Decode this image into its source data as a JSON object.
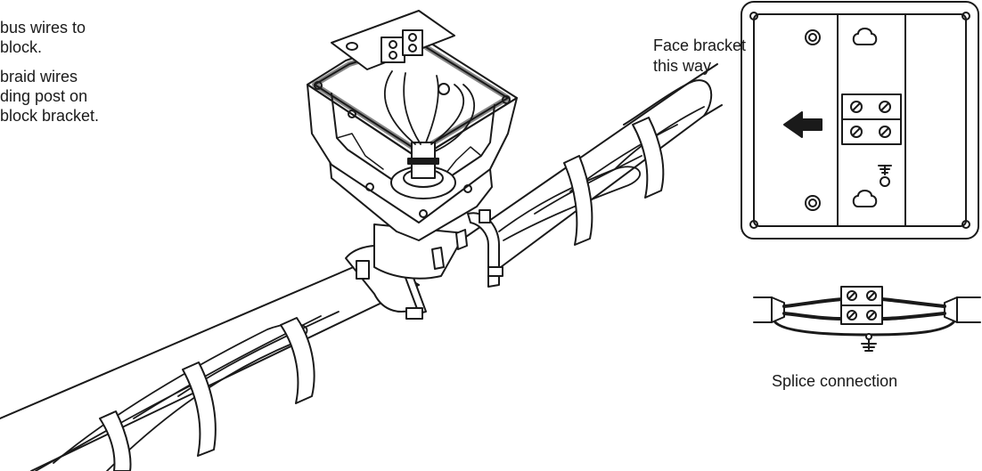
{
  "instructions": {
    "line1a": "bus wires to",
    "line1b": "block.",
    "line2a": "braid wires",
    "line2b": "ding post on",
    "line2c": "block bracket."
  },
  "bracket_label": {
    "line1": "Face bracket",
    "line2": "this way"
  },
  "splice_label": "Splice connection"
}
